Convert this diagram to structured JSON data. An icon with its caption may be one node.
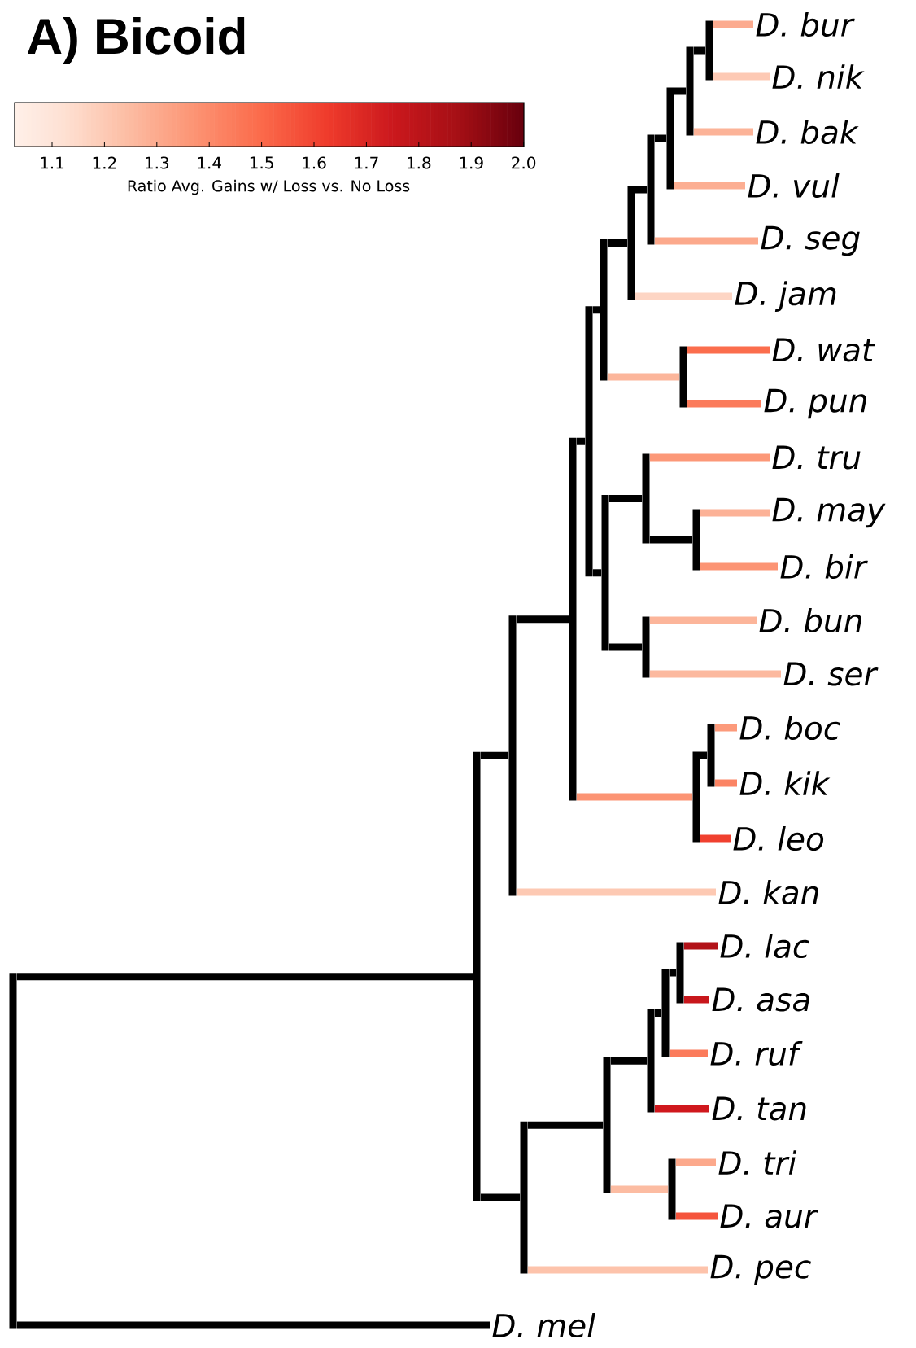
{
  "diagram": {
    "title": "A) Bicoid",
    "nodes": [
      {
        "text": [
          "D. bur"
        ]
      },
      {
        "text": [
          "D. nik"
        ]
      },
      {
        "text": [
          "D. bak"
        ]
      },
      {
        "text": [
          "D. vul"
        ]
      },
      {
        "text": [
          "D. seg"
        ]
      },
      {
        "text": [
          "D. jam"
        ]
      },
      {
        "text": [
          "D. wat"
        ]
      },
      {
        "text": [
          "D. pun"
        ]
      },
      {
        "text": [
          "D. tru"
        ]
      },
      {
        "text": [
          "D. may"
        ]
      },
      {
        "text": [
          "D. bir"
        ]
      },
      {
        "text": [
          "D. bun"
        ]
      },
      {
        "text": [
          "D. ser"
        ]
      },
      {
        "text": [
          "D. boc"
        ]
      },
      {
        "text": [
          "D. kik"
        ]
      },
      {
        "text": [
          "D. leo"
        ]
      },
      {
        "text": [
          "D. kan"
        ]
      },
      {
        "text": [
          "D. lac"
        ]
      },
      {
        "text": [
          "D. asa"
        ]
      },
      {
        "text": [
          "D. ruf"
        ]
      },
      {
        "text": [
          "D. tan"
        ]
      },
      {
        "text": [
          "D. tri"
        ]
      },
      {
        "text": [
          "D. aur"
        ]
      },
      {
        "text": [
          "D. pec"
        ]
      },
      {
        "text": [
          "D. mel"
        ]
      },
      {
        "text": [],
        "shape": "bar"
      },
      {
        "text": [],
        "shape": "bar"
      },
      {
        "text": [],
        "shape": "bar"
      },
      {
        "text": [],
        "shape": "bar"
      },
      {
        "text": [],
        "shape": "bar"
      },
      {
        "text": [],
        "shape": "bar"
      },
      {
        "text": [],
        "shape": "bar"
      },
      {
        "text": [],
        "shape": "bar"
      },
      {
        "text": [],
        "shape": "bar"
      },
      {
        "text": [],
        "shape": "bar"
      },
      {
        "text": [],
        "shape": "bar"
      },
      {
        "text": [],
        "shape": "bar"
      },
      {
        "text": [],
        "shape": "bar"
      },
      {
        "text": [],
        "shape": "bar"
      },
      {
        "text": [],
        "shape": "bar"
      },
      {
        "text": [],
        "shape": "bar"
      },
      {
        "text": [],
        "shape": "bar"
      },
      {
        "text": [],
        "shape": "bar"
      },
      {
        "text": [],
        "shape": "bar"
      },
      {
        "text": [],
        "shape": "bar"
      },
      {
        "text": [],
        "shape": "bar"
      },
      {
        "text": [],
        "shape": "bar"
      },
      {
        "text": [],
        "shape": "bar"
      },
      {
        "text": [],
        "shape": "bar"
      }
    ],
    "edges": [
      {
        "from": 25,
        "to": 26,
        "arrow": "none"
      },
      {
        "from": 25,
        "to": 24,
        "arrow": "none"
      },
      {
        "from": 26,
        "to": 27,
        "arrow": "none"
      },
      {
        "from": 26,
        "to": 28,
        "arrow": "none"
      },
      {
        "from": 27,
        "to": 29,
        "arrow": "none"
      },
      {
        "from": 27,
        "to": 16,
        "arrow": "none",
        "color": "#fdc9b3"
      },
      {
        "from": 28,
        "to": 33,
        "arrow": "none"
      },
      {
        "from": 28,
        "to": 23,
        "arrow": "none",
        "color": "#fdc3ab"
      },
      {
        "from": 29,
        "to": 30,
        "arrow": "none"
      },
      {
        "from": 29,
        "to": 46,
        "arrow": "none",
        "color": "#fc9474"
      },
      {
        "from": 30,
        "to": 31,
        "arrow": "none"
      },
      {
        "from": 30,
        "to": 32,
        "arrow": "none"
      },
      {
        "from": 31,
        "to": 34,
        "arrow": "none"
      },
      {
        "from": 31,
        "to": 45,
        "arrow": "none",
        "color": "#fcb69b"
      },
      {
        "from": 32,
        "to": 35,
        "arrow": "none"
      },
      {
        "from": 32,
        "to": 36,
        "arrow": "none"
      },
      {
        "from": 33,
        "to": 37,
        "arrow": "none"
      },
      {
        "from": 33,
        "to": 42,
        "arrow": "none",
        "color": "#fcbca2"
      },
      {
        "from": 34,
        "to": 38,
        "arrow": "none"
      },
      {
        "from": 34,
        "to": 5,
        "arrow": "none",
        "color": "#fdd5c4"
      },
      {
        "from": 35,
        "to": 8,
        "arrow": "none",
        "color": "#fc9878"
      },
      {
        "from": 35,
        "to": 47,
        "arrow": "none"
      },
      {
        "from": 36,
        "to": 11,
        "arrow": "none",
        "color": "#fcb59a"
      },
      {
        "from": 36,
        "to": 12,
        "arrow": "none",
        "color": "#fcb99f"
      },
      {
        "from": 37,
        "to": 41,
        "arrow": "none"
      },
      {
        "from": 37,
        "to": 20,
        "arrow": "none",
        "color": "#d0181d"
      },
      {
        "from": 38,
        "to": 39,
        "arrow": "none"
      },
      {
        "from": 38,
        "to": 4,
        "arrow": "none",
        "color": "#fca98c"
      },
      {
        "from": 39,
        "to": 40,
        "arrow": "none"
      },
      {
        "from": 39,
        "to": 3,
        "arrow": "none",
        "color": "#fcae92"
      },
      {
        "from": 40,
        "to": 44,
        "arrow": "none"
      },
      {
        "from": 40,
        "to": 2,
        "arrow": "none",
        "color": "#fcb398"
      },
      {
        "from": 41,
        "to": 43,
        "arrow": "none"
      },
      {
        "from": 41,
        "to": 19,
        "arrow": "none",
        "color": "#fb7b5b"
      },
      {
        "from": 42,
        "to": 21,
        "arrow": "none",
        "color": "#fca98c"
      },
      {
        "from": 42,
        "to": 22,
        "arrow": "none",
        "color": "#f5543c"
      },
      {
        "from": 43,
        "to": 17,
        "arrow": "none",
        "color": "#b21218"
      },
      {
        "from": 43,
        "to": 18,
        "arrow": "none",
        "color": "#c8171c"
      },
      {
        "from": 44,
        "to": 0,
        "arrow": "none",
        "color": "#fcab8f"
      },
      {
        "from": 44,
        "to": 1,
        "arrow": "none",
        "color": "#fdc9b4"
      },
      {
        "from": 45,
        "to": 6,
        "arrow": "none",
        "color": "#fb6d4d"
      },
      {
        "from": 45,
        "to": 7,
        "arrow": "none",
        "color": "#fb7b5b"
      },
      {
        "from": 46,
        "to": 48,
        "arrow": "none"
      },
      {
        "from": 46,
        "to": 15,
        "arrow": "none",
        "color": "#f0402f"
      },
      {
        "from": 47,
        "to": 9,
        "arrow": "none",
        "color": "#fcb297"
      },
      {
        "from": 47,
        "to": 10,
        "arrow": "none",
        "color": "#fc9474"
      },
      {
        "from": 48,
        "to": 13,
        "arrow": "none",
        "color": "#fc9a7b"
      },
      {
        "from": 48,
        "to": 14,
        "arrow": "none",
        "color": "#fb8464"
      }
    ],
    "labels": [
      "1.1",
      "1.2",
      "1.3",
      "1.4",
      "1.5",
      "1.6",
      "1.7",
      "1.8",
      "1.9",
      "2.0",
      "Ratio Avg. Gains w/ Loss vs. No Loss"
    ]
  }
}
